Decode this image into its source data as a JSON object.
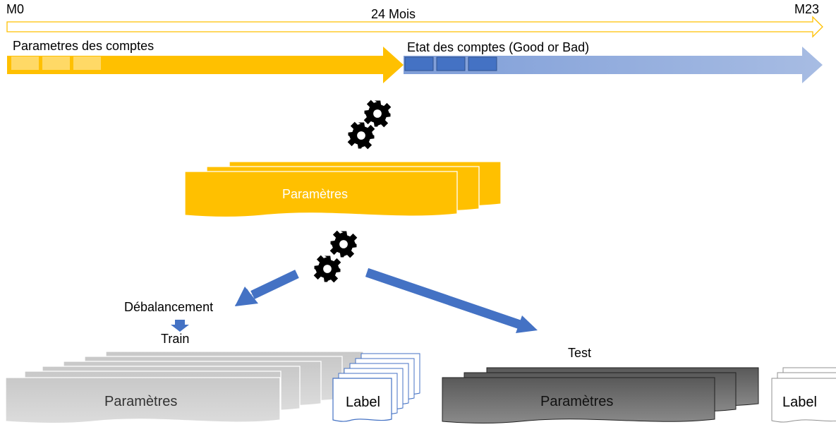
{
  "timeline": {
    "start_label": "M0",
    "end_label": "M23",
    "duration_label": "24 Mois"
  },
  "phases": {
    "input_label": "Parametres des comptes",
    "output_label": "Etat des comptes (Good or Bad)"
  },
  "dataset": {
    "label": "Paramètres"
  },
  "branches": {
    "imbalance_label": "Débalancement",
    "train_label": "Train",
    "test_label": "Test"
  },
  "train_set": {
    "features_label": "Paramètres",
    "target_label": "Label"
  },
  "test_set": {
    "features_label": "Paramètres",
    "target_label": "Label"
  },
  "colors": {
    "orange": "#FFC000",
    "light_orange": "#FFD966",
    "blue": "#4472C4",
    "blue_light": "#A7BCE3",
    "grey_light": "#CFCFCF",
    "grey_dark": "#6E6E6E"
  }
}
